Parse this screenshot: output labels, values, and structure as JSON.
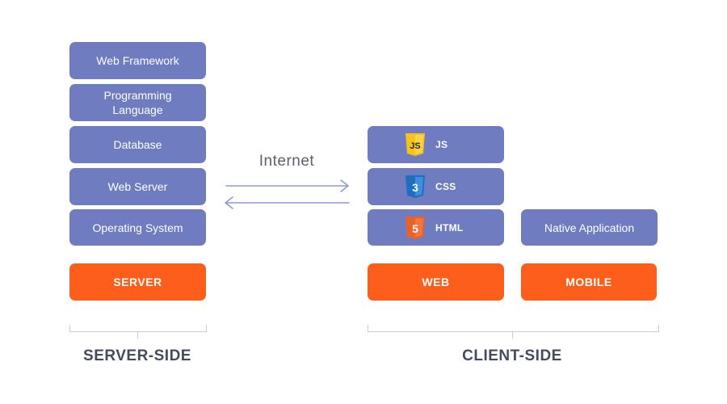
{
  "server": {
    "layers": [
      "Web Framework",
      "Programming Language",
      "Database",
      "Web Server",
      "Operating System"
    ],
    "base": "SERVER",
    "side_label": "SERVER-SIDE"
  },
  "internet": {
    "label": "Internet"
  },
  "client": {
    "web_layers": [
      {
        "label": "JS",
        "icon": "js-badge-icon"
      },
      {
        "label": "CSS",
        "icon": "css3-badge-icon"
      },
      {
        "label": "HTML",
        "icon": "html5-badge-icon"
      }
    ],
    "web_base": "WEB",
    "mobile_layer": "Native Application",
    "mobile_base": "MOBILE",
    "side_label": "CLIENT-SIDE"
  },
  "colors": {
    "layer": "#6f7cbf",
    "base": "#fd5e1c",
    "arrow": "#8e9ad0",
    "text_dark": "#454a5c",
    "js_badge": "#f7c21b",
    "css_badge": "#1f6fbf",
    "html_badge": "#e8622a"
  }
}
